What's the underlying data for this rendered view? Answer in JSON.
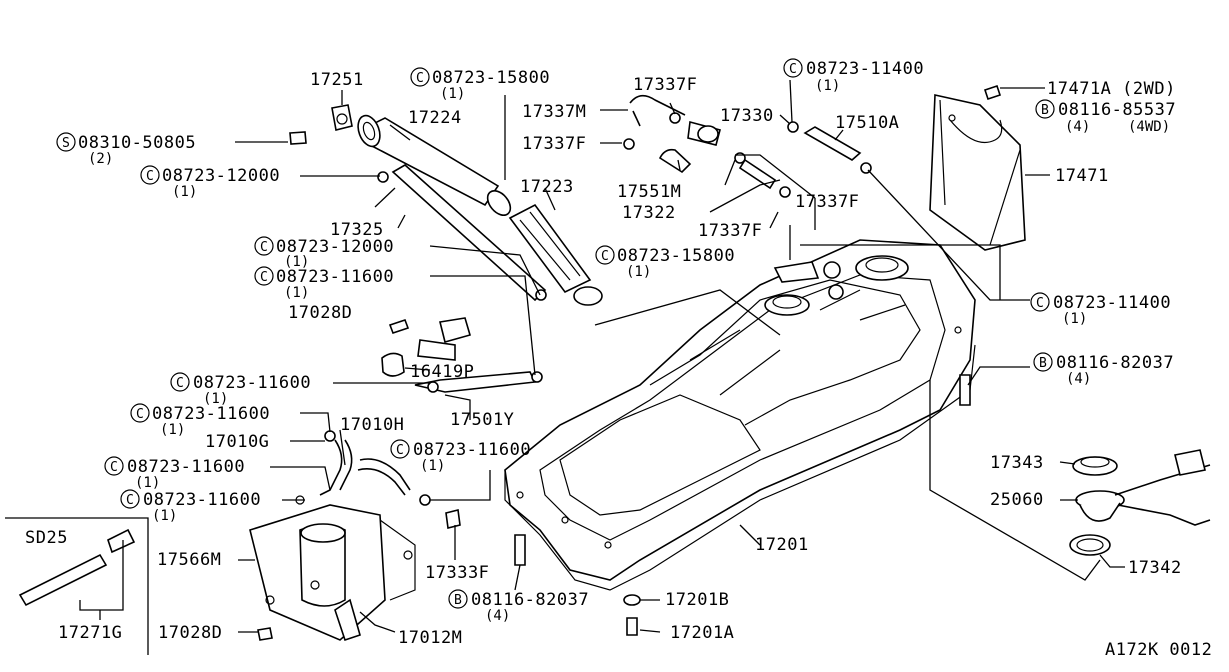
{
  "labels": {
    "p17251": "17251",
    "p17224": "17224",
    "p17325": "17325",
    "p17223": "17223",
    "p17337M": "17337M",
    "p17337F_top": "17337F",
    "p17337F_mid": "17337F",
    "p17337F_right": "17337F",
    "p17337F_low": "17337F",
    "p17330": "17330",
    "p17510A": "17510A",
    "p17551M": "17551M",
    "p17322": "17322",
    "p17471A": "17471A (2WD)",
    "p17471": "17471",
    "p17028D_top": "17028D",
    "p16419P": "16419P",
    "p17501Y": "17501Y",
    "p17010H": "17010H",
    "p17010G": "17010G",
    "p17566M": "17566M",
    "p17333F": "17333F",
    "p17201": "17201",
    "p17201B": "17201B",
    "p17201A": "17201A",
    "p17343": "17343",
    "p25060": "25060",
    "p17342": "17342",
    "p17028D_bot": "17028D",
    "p17012M": "17012M",
    "p17271G": "17271G",
    "sd25": "SD25",
    "figure_code": "A172K 0012"
  },
  "callouts": {
    "s08310": {
      "letter": "S",
      "code": "08310-50805",
      "qty": "(2)"
    },
    "c15800_top": {
      "letter": "C",
      "code": "08723-15800",
      "qty": "(1)"
    },
    "c11400_top": {
      "letter": "C",
      "code": "08723-11400",
      "qty": "(1)"
    },
    "b85537": {
      "letter": "B",
      "code": "08116-85537",
      "qty": "(4)",
      "note": "(4WD)"
    },
    "c12000_a": {
      "letter": "C",
      "code": "08723-12000",
      "qty": "(1)"
    },
    "c12000_b": {
      "letter": "C",
      "code": "08723-12000",
      "qty": "(1)"
    },
    "c11600_a": {
      "letter": "C",
      "code": "08723-11600",
      "qty": "(1)"
    },
    "c15800_mid": {
      "letter": "C",
      "code": "08723-15800",
      "qty": "(1)"
    },
    "c11400_right": {
      "letter": "C",
      "code": "08723-11400",
      "qty": "(1)"
    },
    "b82037_right": {
      "letter": "B",
      "code": "08116-82037",
      "qty": "(4)"
    },
    "c11600_b": {
      "letter": "C",
      "code": "08723-11600",
      "qty": "(1)"
    },
    "c11600_c": {
      "letter": "C",
      "code": "08723-11600",
      "qty": "(1)"
    },
    "c11600_d": {
      "letter": "C",
      "code": "08723-11600",
      "qty": "(1)"
    },
    "c11600_e": {
      "letter": "C",
      "code": "08723-11600",
      "qty": "(1)"
    },
    "c11600_f": {
      "letter": "C",
      "code": "08723-11600",
      "qty": "(1)"
    },
    "b82037_bot": {
      "letter": "B",
      "code": "08116-82037",
      "qty": "(4)"
    }
  }
}
